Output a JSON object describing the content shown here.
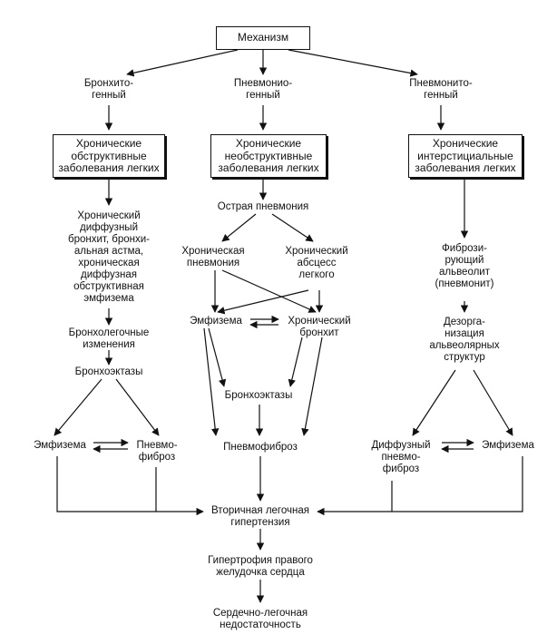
{
  "nodes": {
    "mechanism": [
      "Механизм"
    ],
    "branch_bronchitogenic": [
      "Бронхито-",
      "генный"
    ],
    "branch_pneumoniogenic": [
      "Пневмонио-",
      "генный"
    ],
    "branch_pneumonitogenic": [
      "Пневмонито-",
      "генный"
    ],
    "box_obstructive": [
      "Хронические",
      "обструктивные",
      "заболевания легких"
    ],
    "box_nonobstructive": [
      "Хронические",
      "необструктивные",
      "заболевания легких"
    ],
    "box_interstitial": [
      "Хронические",
      "интерстициальные",
      "заболевания легких"
    ],
    "chronic_diffuse": [
      "Хронический",
      "диффузный",
      "бронхит, бронхи-",
      "альная астма,",
      "хроническая",
      "диффузная",
      "обструктивная",
      "эмфизема"
    ],
    "bronchopulmonary_changes": [
      "Бронхолегочные",
      "изменения"
    ],
    "bronchiectasis_left": [
      "Бронхоэктазы"
    ],
    "emphysema_left": [
      "Эмфизема"
    ],
    "pneumofibrosis_left": [
      "Пневмо-",
      "фиброз"
    ],
    "acute_pneumonia": [
      "Острая пневмония"
    ],
    "chronic_pneumonia": [
      "Хроническая",
      "пневмония"
    ],
    "chronic_abscess": [
      "Хронический",
      "абсцесс",
      "легкого"
    ],
    "emphysema_mid": [
      "Эмфизема"
    ],
    "chronic_bronchitis": [
      "Хронический",
      "бронхит"
    ],
    "bronchiectasis_mid": [
      "Бронхоэктазы"
    ],
    "pneumofibrosis_mid": [
      "Пневмофиброз"
    ],
    "fibrosing_alveolitis": [
      "Фибрози-",
      "рующий",
      "альвеолит",
      "(пневмонит)"
    ],
    "disorganization": [
      "Дезорга-",
      "низация",
      "альвеолярных",
      "структур"
    ],
    "diffuse_pneumofibrosis": [
      "Диффузный",
      "пневмо-",
      "фиброз"
    ],
    "emphysema_right": [
      "Эмфизема"
    ],
    "secondary_hypertension": [
      "Вторичная легочная",
      "гипертензия"
    ],
    "rv_hypertrophy": [
      "Гипертрофия правого",
      "желудочка сердца"
    ],
    "cardiopulmonary_failure": [
      "Сердечно-легочная",
      "недостаточность"
    ]
  }
}
